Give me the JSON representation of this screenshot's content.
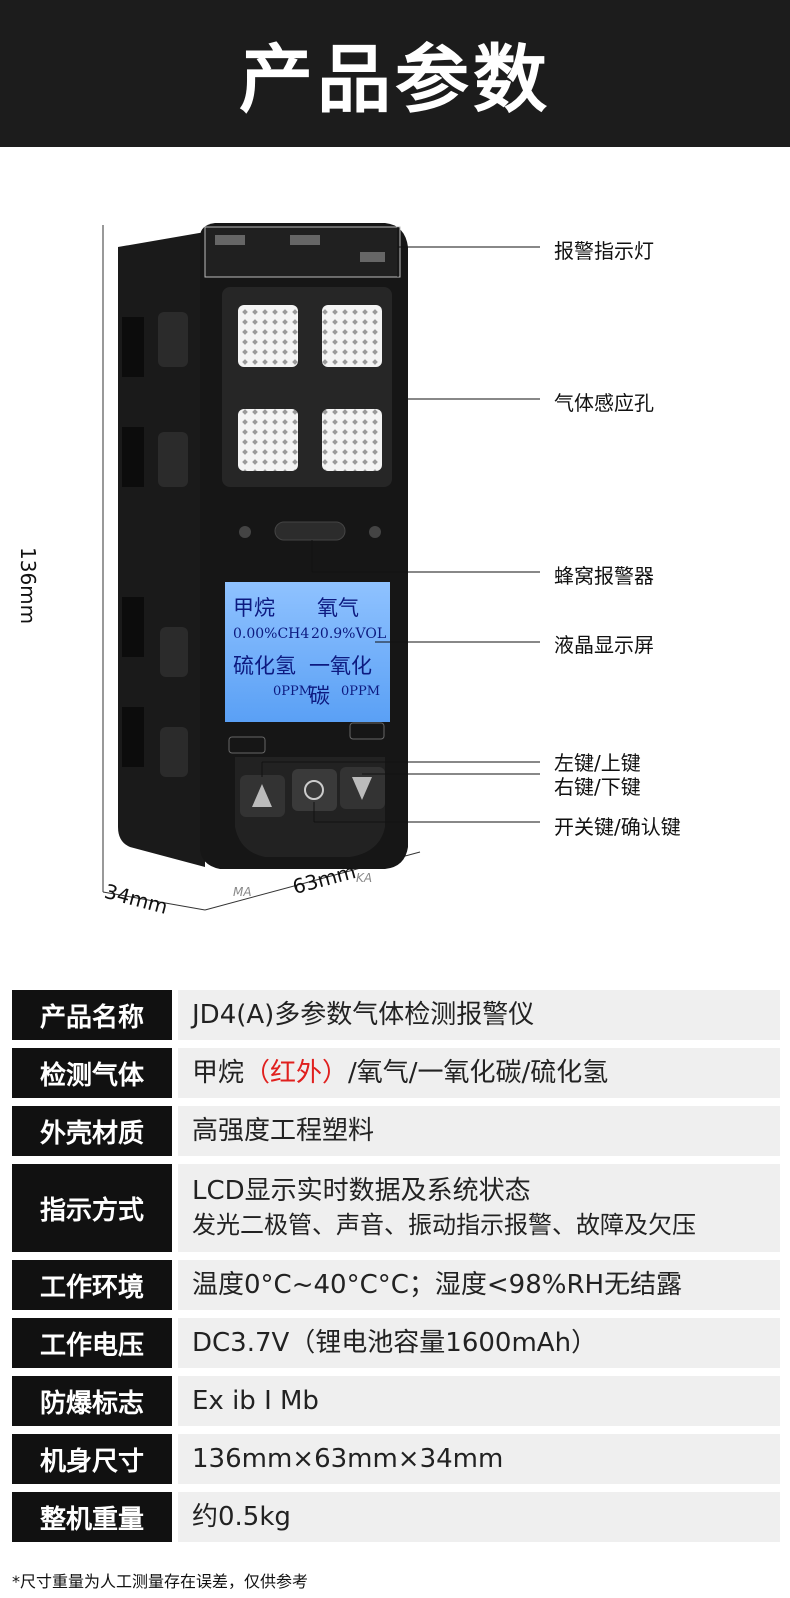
{
  "header": {
    "title": "产品参数"
  },
  "dimensions": {
    "height": "136mm",
    "depth": "34mm",
    "width": "63mm"
  },
  "screen": {
    "line1_left": "甲烷",
    "line1_right": "氧气",
    "line2_left": "0.00%CH4",
    "line2_right": "20.9%VOL",
    "line3_left": "硫化氢",
    "line3_right": "一氧化碳",
    "line4_left": "0PPM",
    "line4_right": "0PPM"
  },
  "device_marks": {
    "left_mark": "MA",
    "right_mark": "KA"
  },
  "callouts": {
    "alarm_light": "报警指示灯",
    "gas_hole": "气体感应孔",
    "buzzer": "蜂窝报警器",
    "lcd": "液晶显示屏",
    "left_key": "左键/上键",
    "right_key": "右键/下键",
    "power_key": "开关键/确认键"
  },
  "specs": [
    {
      "label": "产品名称",
      "value": "JD4(A)多参数气体检测报警仪"
    },
    {
      "label": "检测气体",
      "value_a": "甲烷",
      "value_red": "（红外）",
      "value_b": "/氧气/一氧化碳/硫化氢"
    },
    {
      "label": "外壳材质",
      "value": "高强度工程塑料"
    },
    {
      "label": "指示方式",
      "value_line1": "LCD显示实时数据及系统状态",
      "value_line2": "发光二极管、声音、振动指示报警、故障及欠压"
    },
    {
      "label": "工作环境",
      "value": "温度0°C~40°C°C；湿度<98%RH无结露"
    },
    {
      "label": "工作电压",
      "value": "DC3.7V（锂电池容量1600mAh）"
    },
    {
      "label": "防爆标志",
      "value": "Ex ib I Mb"
    },
    {
      "label": "机身尺寸",
      "value": "136mm×63mm×34mm"
    },
    {
      "label": "整机重量",
      "value": "约0.5kg"
    }
  ],
  "footnote": "*尺寸重量为人工测量存在误差，仅供参考"
}
